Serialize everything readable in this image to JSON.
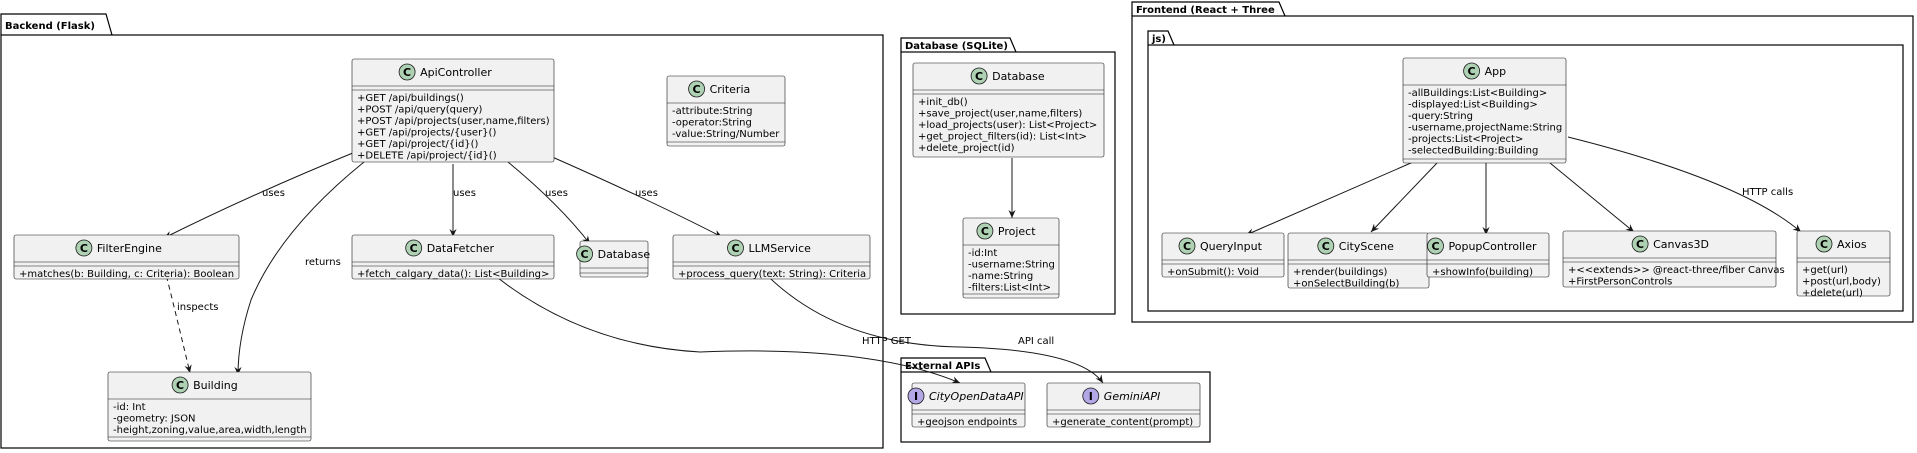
{
  "packages": {
    "backend": "Backend (Flask)",
    "database": "Database (SQLite)",
    "frontend": "Frontend (React + Three",
    "js": "js)",
    "external": "External APIs"
  },
  "classes": {
    "api_controller": {
      "name": "ApiController",
      "kind": "C",
      "members": [
        "+GET  /api/buildings()",
        "+POST /api/query(query)",
        "+POST /api/projects(user,name,filters)",
        "+GET  /api/projects/{user}()",
        "+GET  /api/project/{id}()",
        "+DELETE /api/project/{id}()"
      ]
    },
    "criteria": {
      "name": "Criteria",
      "kind": "C",
      "members": [
        "-attribute:String",
        "-operator:String",
        "-value:String/Number"
      ]
    },
    "filter_engine": {
      "name": "FilterEngine",
      "kind": "C",
      "members": [
        "+matches(b: Building, c: Criteria): Boolean"
      ]
    },
    "data_fetcher": {
      "name": "DataFetcher",
      "kind": "C",
      "members": [
        "+fetch_calgary_data(): List<Building>"
      ]
    },
    "database_ref": {
      "name": "Database",
      "kind": "C",
      "members": []
    },
    "llm_service": {
      "name": "LLMService",
      "kind": "C",
      "members": [
        "+process_query(text: String): Criteria"
      ]
    },
    "building": {
      "name": "Building",
      "kind": "C",
      "members": [
        "-id: Int",
        "-geometry: JSON",
        "-height,zoning,value,area,width,length"
      ]
    },
    "database": {
      "name": "Database",
      "kind": "C",
      "members": [
        "+init_db()",
        "+save_project(user,name,filters)",
        "+load_projects(user): List<Project>",
        "+get_project_filters(id): List<Int>",
        "+delete_project(id)"
      ]
    },
    "project": {
      "name": "Project",
      "kind": "C",
      "members": [
        "-id:Int",
        "-username:String",
        "-name:String",
        "-filters:List<Int>"
      ]
    },
    "app": {
      "name": "App",
      "kind": "C",
      "members": [
        "-allBuildings:List<Building>",
        "-displayed:List<Building>",
        "-query:String",
        "-username,projectName:String",
        "-projects:List<Project>",
        "-selectedBuilding:Building"
      ]
    },
    "query_input": {
      "name": "QueryInput",
      "kind": "C",
      "members": [
        "+onSubmit(): Void"
      ]
    },
    "city_scene": {
      "name": "CityScene",
      "kind": "C",
      "members": [
        "+render(buildings)",
        "+onSelectBuilding(b)"
      ]
    },
    "popup_controller": {
      "name": "PopupController",
      "kind": "C",
      "members": [
        "+showInfo(building)"
      ]
    },
    "canvas3d": {
      "name": "Canvas3D",
      "kind": "C",
      "members": [
        "+<<extends>> @react-three/fiber Canvas",
        "+FirstPersonControls"
      ]
    },
    "axios": {
      "name": "Axios",
      "kind": "C",
      "members": [
        "+get(url)",
        "+post(url,body)",
        "+delete(url)"
      ]
    },
    "city_open_data_api": {
      "name": "CityOpenDataAPI",
      "kind": "I",
      "members": [
        "+geojson endpoints"
      ]
    },
    "gemini_api": {
      "name": "GeminiAPI",
      "kind": "I",
      "members": [
        "+generate_content(prompt)"
      ]
    }
  },
  "edge_labels": {
    "uses_filter": "uses",
    "uses_fetcher": "uses",
    "uses_database": "uses",
    "uses_llm": "uses",
    "returns": "returns",
    "inspects": "inspects",
    "http_get": "HTTP GET",
    "api_call": "API call",
    "http_calls": "HTTP calls"
  },
  "colors": {
    "class_fill": "#F1F1F1",
    "class_stroke": "#181818",
    "class_badge": "#ADD1B2",
    "interface_badge": "#B4A7E5",
    "line": "#181818"
  }
}
